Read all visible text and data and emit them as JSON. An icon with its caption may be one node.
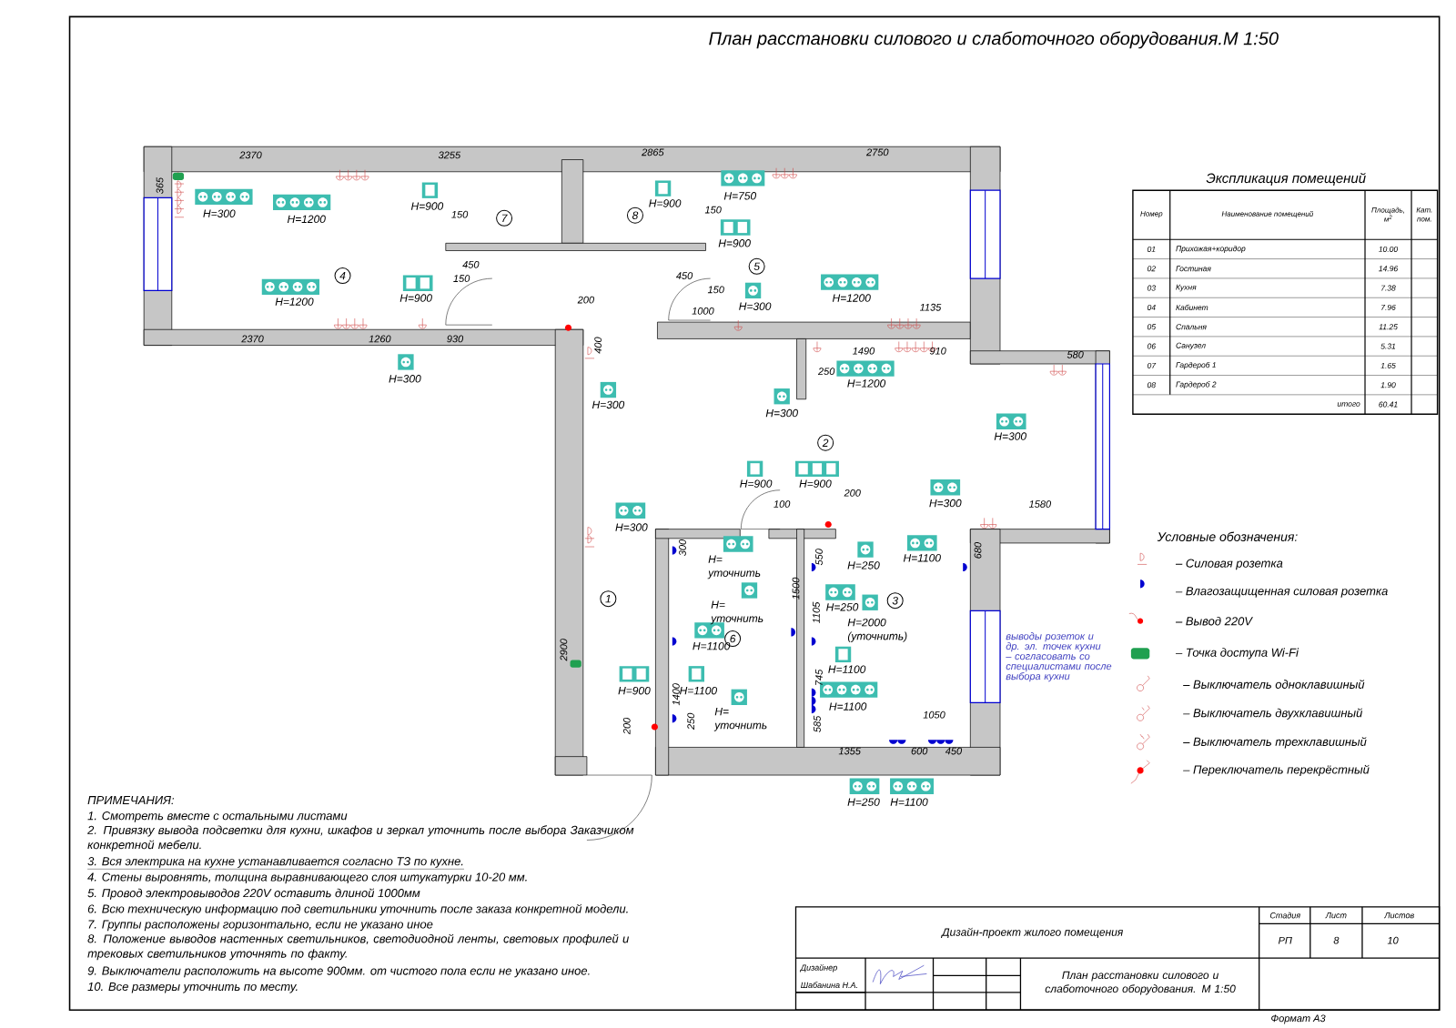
{
  "diagram": {
    "title": "План расстановки силового и слаботочного оборудования.М 1:50",
    "nodes": [
      {
        "text": [
          "1"
        ]
      },
      {
        "text": [
          "2"
        ]
      },
      {
        "text": [
          "3"
        ]
      },
      {
        "text": [
          "4"
        ]
      },
      {
        "text": [
          "5"
        ]
      },
      {
        "text": [
          "6"
        ]
      },
      {
        "text": [
          "7"
        ]
      },
      {
        "text": [
          "8"
        ]
      }
    ],
    "labels": [
      "Экспликация помещений",
      "Номер",
      "Наименование помещений",
      "Площадь, м$^{2}$",
      "Кат. пом.",
      "01",
      "Прихожая+коридор",
      "10.00",
      "02",
      "Гостиная",
      "14.96",
      "03",
      "Кухня",
      "7.38",
      "04",
      "Кабинет",
      "7.96",
      "05",
      "Спальня",
      "11.25",
      "06",
      "Санузел",
      "5.31",
      "07",
      "Гардероб 1",
      "1.65",
      "08",
      "Гардероб 2",
      "1.90",
      "итого",
      "60.41",
      "2370",
      "3255",
      "2865",
      "2750",
      "365",
      "H=300",
      "H=1200",
      "H=900",
      "150",
      "H=1200",
      "H=900",
      "450",
      "150",
      "2370",
      "1260",
      "930",
      "H=300",
      "200",
      "400",
      "H=300",
      "H=900",
      "H=750",
      "150",
      "H=900",
      "450",
      "150",
      "1000",
      "H=300",
      "H=1200",
      "1135",
      "1490",
      "910",
      "580",
      "250",
      "H=1200",
      "H=300",
      "H=300",
      "H=900",
      "H=900",
      "100",
      "200",
      "H=300",
      "1580",
      "H=300",
      "300",
      "H= уточнить",
      "550",
      "H=250",
      "H=1100",
      "680",
      "1500",
      "H= уточнить",
      "1105",
      "H=250",
      "H=2000 (уточнить)",
      "H=1100",
      "2900",
      "H=1100",
      "745",
      "H=900",
      "H=1100",
      "1400",
      "H= уточнить",
      "H=1100",
      "1050",
      "200",
      "250",
      "585",
      "1355",
      "600",
      "450",
      "H=250",
      "H=1100",
      "выводы розеток и др. эл. точек кухни – согласовать со специалистами после выбора кухни",
      "Условные обозначения:",
      "ПРИМЕЧАНИЯ:",
      "1. Смотреть вместе с остальными листами",
      "2. Привязку вывода подсветки для кухни, шкафов и зеркал уточнить после выбора Заказчиком конкретной мебели.",
      "3. Вся электрика на кухне устанавливается согласно ТЗ по кухне.",
      "4. Стены выровнять, толщина выравнивающего слоя штукатурки 10-20 мм.",
      "5. Провод электровыводов 220V оставить длиной 1000мм",
      "6. Всю техническую информацию под светильники уточнить после заказа конкретной модели.",
      "7. Группы расположены горизонтально, если не указано иное",
      "8. Положение выводов настенных светильников, светодиодной ленты, световых профилей и трековых светильников уточнять по факту.",
      "9. Выключатели расположить на высоте 900мм. от чистого пола если не указано иное.",
      "10. Все размеры уточнить по месту.",
      "Дизайн-проект жилого помещения",
      "Стадия",
      "Лист",
      "Листов",
      "РП",
      "8",
      "10",
      "Дизайнер",
      "Шабанина Н.А.",
      "План расстановки силового и слаботочного оборудования. М 1:50",
      "Формат А3"
    ],
    "legend": [
      {
        "text": "– Силовая розетка"
      },
      {
        "text": "– Влагозащищенная силовая розетка"
      },
      {
        "text": "– Вывод 220V"
      },
      {
        "text": "– Точка доступа Wi-Fi"
      },
      {
        "text": "– Выключатель одноклавишный"
      },
      {
        "text": "– Выключатель двухклавишный"
      },
      {
        "text": "– Выключатель трехклавишный"
      },
      {
        "text": "– Переключатель перекрёстный"
      }
    ]
  }
}
